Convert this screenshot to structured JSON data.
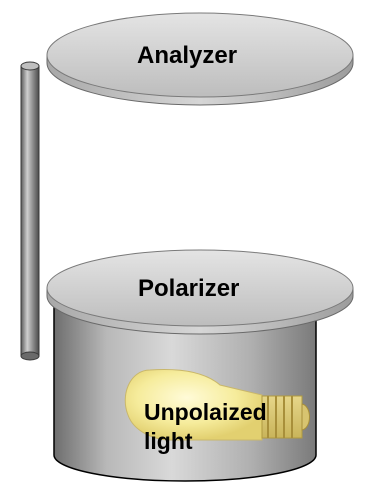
{
  "analyzer": {
    "label": "Analyzer"
  },
  "polarizer": {
    "label": "Polarizer"
  },
  "light_source": {
    "label": "Unpolaized light"
  }
}
